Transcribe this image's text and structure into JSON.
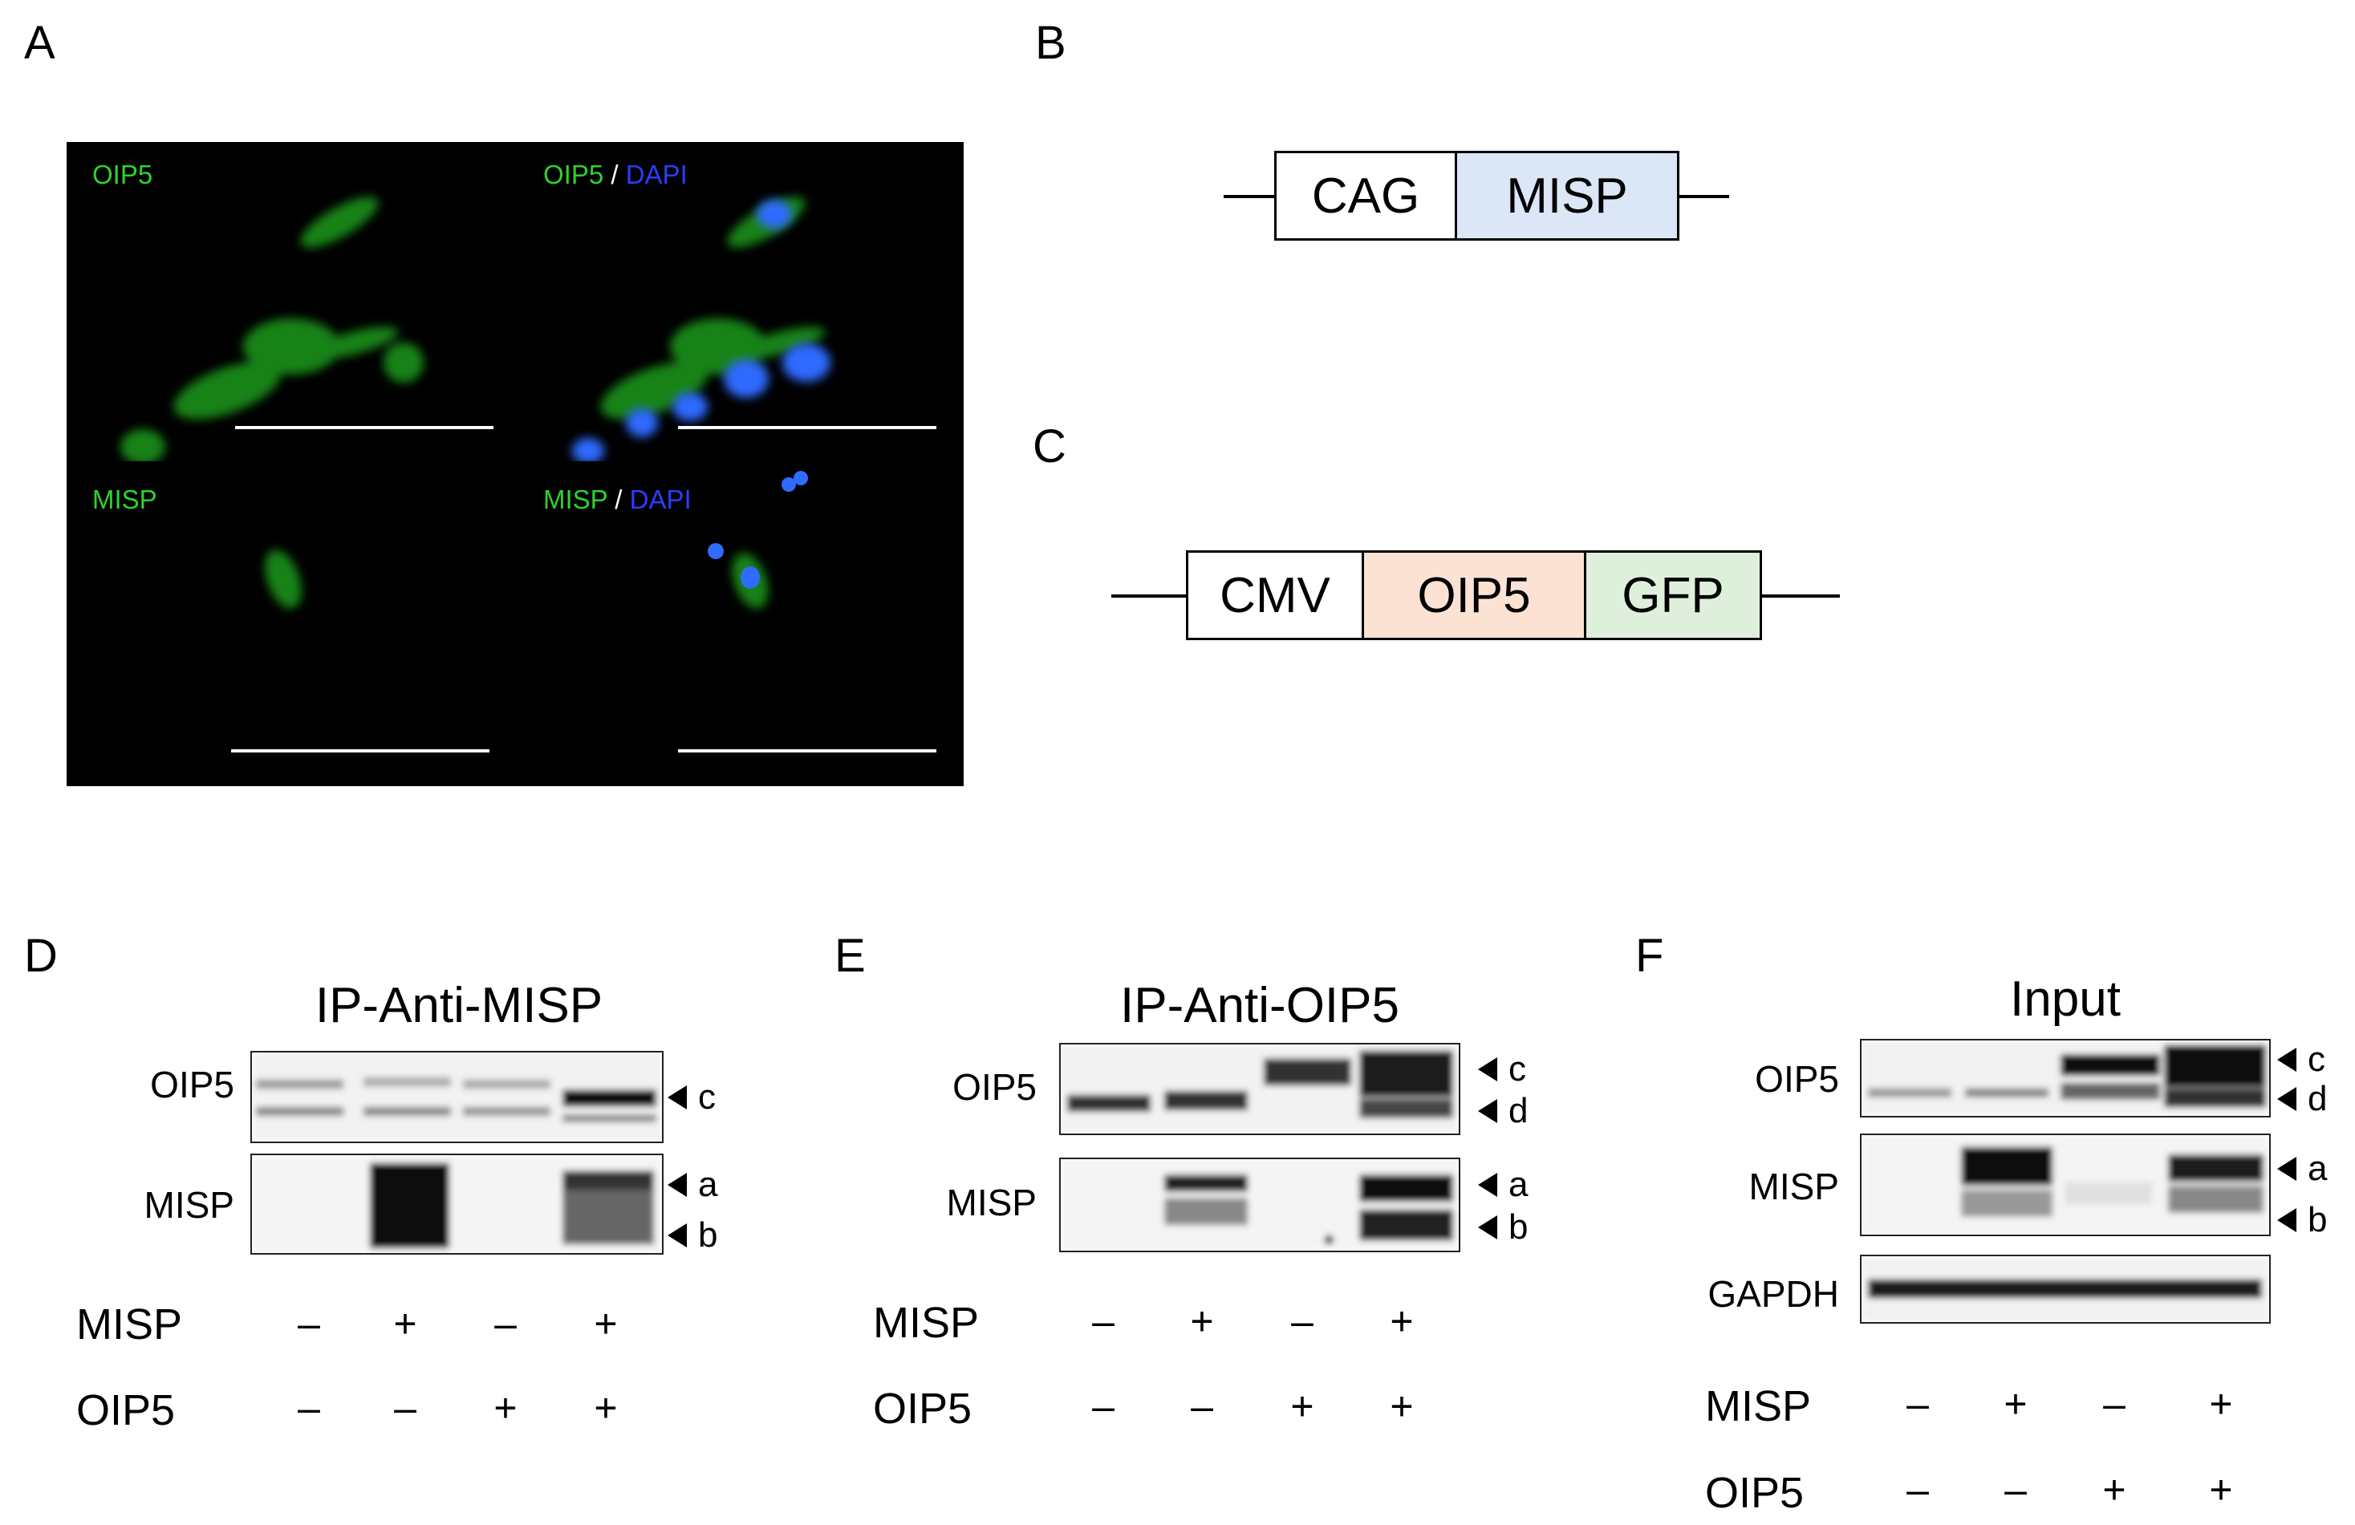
{
  "panels": {
    "A": {
      "letter": "A",
      "quads": {
        "tl": {
          "g": "OIP5"
        },
        "tr": {
          "g": "OIP5",
          "sep": " / ",
          "b": "DAPI"
        },
        "bl": {
          "g": "MISP"
        },
        "br": {
          "g": "MISP",
          "sep": " / ",
          "b": "DAPI"
        }
      }
    },
    "B": {
      "letter": "B",
      "boxes": [
        "CAG",
        "MISP"
      ],
      "colors": [
        "#ffffff",
        "#dbe6f6"
      ]
    },
    "C": {
      "letter": "C",
      "boxes": [
        "CMV",
        "OIP5",
        "GFP"
      ],
      "colors": [
        "#ffffff",
        "#fbe2d3",
        "#def0dc"
      ]
    },
    "D": {
      "letter": "D",
      "title": "IP-Anti-MISP",
      "rows": [
        "OIP5",
        "MISP"
      ],
      "markers": {
        "c": "c",
        "a": "a",
        "b": "b"
      },
      "conditions": {
        "MISP": "MISP",
        "OIP5": "OIP5"
      },
      "misp_signs": [
        "–",
        "+",
        "–",
        "+"
      ],
      "oip5_signs": [
        "–",
        "–",
        "+",
        "+"
      ]
    },
    "E": {
      "letter": "E",
      "title": "IP-Anti-OIP5",
      "rows": [
        "OIP5",
        "MISP"
      ],
      "markers": {
        "c": "c",
        "d": "d",
        "a": "a",
        "b": "b"
      },
      "conditions": {
        "MISP": "MISP",
        "OIP5": "OIP5"
      },
      "misp_signs": [
        "–",
        "+",
        "–",
        "+"
      ],
      "oip5_signs": [
        "–",
        "–",
        "+",
        "+"
      ]
    },
    "F": {
      "letter": "F",
      "title": "Input",
      "rows": [
        "OIP5",
        "MISP",
        "GAPDH"
      ],
      "markers": {
        "c": "c",
        "d": "d",
        "a": "a",
        "b": "b"
      },
      "conditions": {
        "MISP": "MISP",
        "OIP5": "OIP5"
      },
      "misp_signs": [
        "–",
        "+",
        "–",
        "+"
      ],
      "oip5_signs": [
        "–",
        "–",
        "+",
        "+"
      ]
    }
  }
}
